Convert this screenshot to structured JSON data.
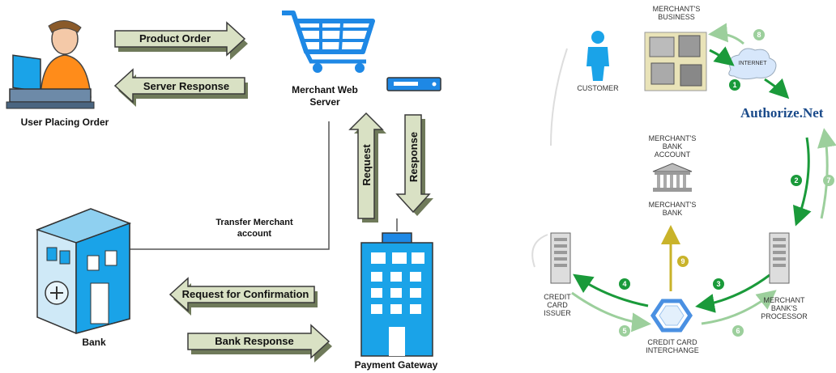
{
  "left_diagram": {
    "user_label": "User Placing Order",
    "server_label": "Merchant Web Server",
    "product_order": "Product Order",
    "server_response": "Server Response",
    "request": "Request",
    "response": "Response",
    "transfer_label": "Transfer Merchant account",
    "bank_label": "Bank",
    "request_confirmation": "Request for Confirmation",
    "bank_response": "Bank Response",
    "gateway_label": "Payment Gateway"
  },
  "right_diagram": {
    "merchants_business": "MERCHANT'S BUSINESS",
    "internet": "INTERNET",
    "customer": "CUSTOMER",
    "authorize": "Authorize.Net",
    "merchants_bank_account": "MERCHANT'S BANK ACCOUNT",
    "merchants_bank": "MERCHANT'S BANK",
    "credit_card_issuer": "CREDIT CARD ISSUER",
    "merchant_bank_processor": "MERCHANT BANK'S PROCESSOR",
    "credit_card_interchange": "CREDIT CARD INTERCHANGE",
    "steps": [
      "1",
      "2",
      "3",
      "4",
      "5",
      "6",
      "7",
      "8",
      "9"
    ]
  },
  "colors": {
    "arrow_fill": "#d9e1c4",
    "arrow_stroke": "#3a3a3a",
    "blue": "#1aa3e8",
    "cart_blue": "#1e88e5",
    "green": "#1a9a3a",
    "light_green": "#9ccf9c",
    "gold": "#c9b32a",
    "authorize_blue": "#1a4a8a"
  }
}
